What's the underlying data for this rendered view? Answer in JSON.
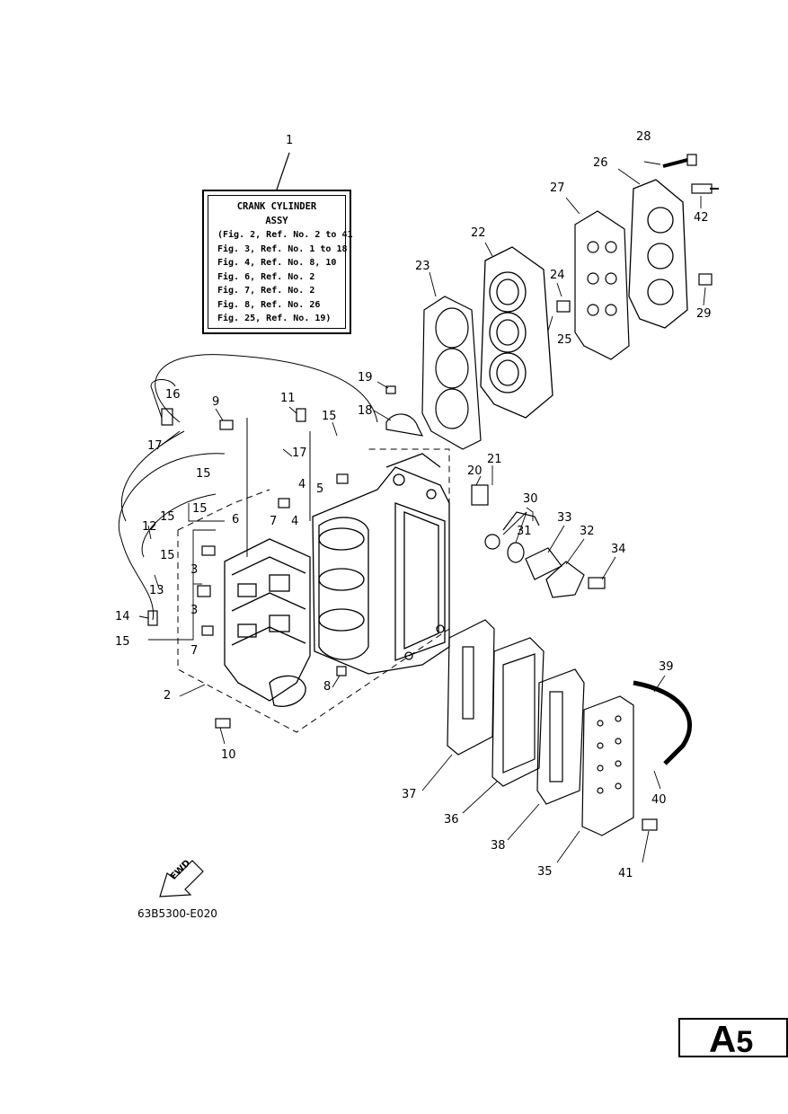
{
  "legend": {
    "title_line1": "CRANK CYLINDER",
    "title_line2": "ASSY",
    "refs": [
      "(Fig. 2, Ref. No. 2 to 41",
      "Fig. 3, Ref. No. 1 to 18",
      "Fig. 4, Ref. No. 8, 10",
      "Fig. 6, Ref. No. 2",
      "Fig. 7, Ref. No. 2",
      "Fig. 8, Ref. No. 26",
      "Fig. 25, Ref. No. 19)"
    ]
  },
  "drawing_code": "63B5300-E020",
  "fwd_label": "FWD",
  "page_badge": {
    "letter": "A",
    "number": "5"
  },
  "callouts": {
    "c1": "1",
    "c2": "2",
    "c3a": "3",
    "c3b": "3",
    "c4a": "4",
    "c4b": "4",
    "c5": "5",
    "c6": "6",
    "c7a": "7",
    "c7b": "7",
    "c8": "8",
    "c9": "9",
    "c10": "10",
    "c11": "11",
    "c12": "12",
    "c13": "13",
    "c14": "14",
    "c15a": "15",
    "c15b": "15",
    "c15c": "15",
    "c15d": "15",
    "c15e": "15",
    "c15f": "15",
    "c16": "16",
    "c17a": "17",
    "c17b": "17",
    "c18": "18",
    "c19": "19",
    "c20": "20",
    "c21": "21",
    "c22": "22",
    "c23": "23",
    "c24": "24",
    "c25": "25",
    "c26": "26",
    "c27": "27",
    "c28": "28",
    "c29": "29",
    "c30": "30",
    "c31": "31",
    "c32": "32",
    "c33": "33",
    "c34": "34",
    "c35": "35",
    "c36": "36",
    "c37": "37",
    "c38": "38",
    "c39": "39",
    "c40": "40",
    "c41": "41",
    "c42": "42"
  }
}
